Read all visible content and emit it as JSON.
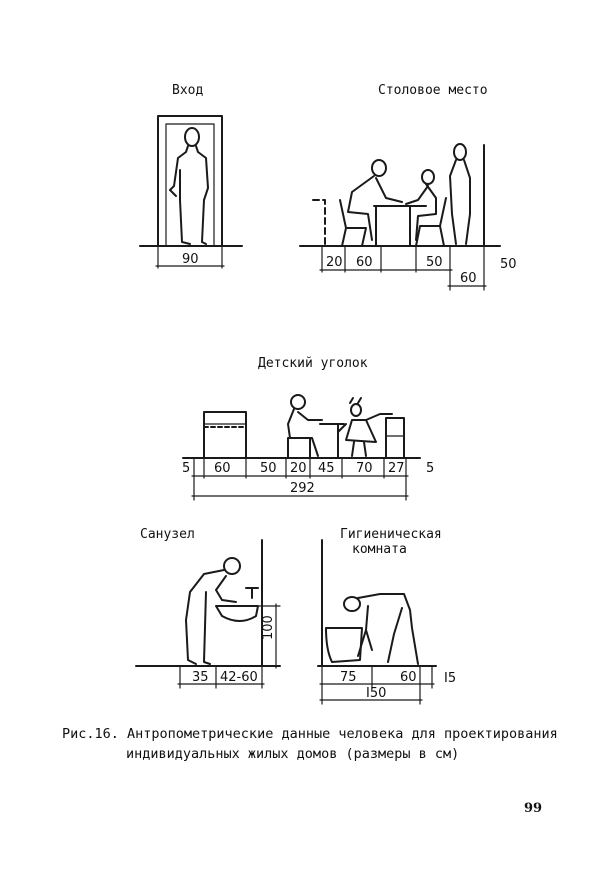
{
  "sections": {
    "entrance": {
      "title": "Вход",
      "dims": [
        "90"
      ]
    },
    "dining": {
      "title": "Столовое место",
      "dims": [
        "20",
        "60",
        "50",
        "60",
        "50"
      ]
    },
    "kids": {
      "title": "Детский уголок",
      "dims": [
        "5",
        "60",
        "50",
        "20",
        "45",
        "70",
        "27",
        "5"
      ],
      "total": "292"
    },
    "toilet": {
      "title": "Санузел",
      "dims": [
        "35",
        "42-60",
        "100"
      ]
    },
    "hygiene": {
      "title_line1": "Гигиеническая",
      "title_line2": "комната",
      "dims": [
        "75",
        "60",
        "I5"
      ],
      "total": "I50"
    }
  },
  "caption": {
    "line1": "Рис.16. Антропометрические данные человека для проектирования",
    "line2": "индивидуальных жилых домов (размеры в см)"
  },
  "page_number": "99"
}
